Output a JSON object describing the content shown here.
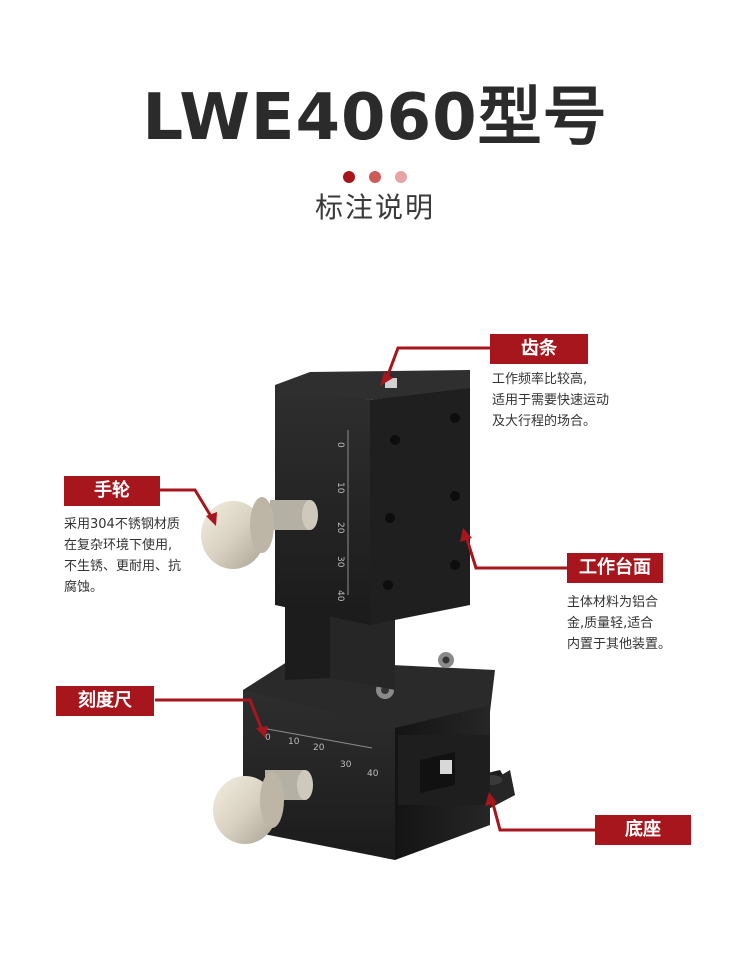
{
  "header": {
    "title": "LWE4060型号",
    "subtitle": "标注说明"
  },
  "colors": {
    "accent": "#a6161c",
    "dot1": "#a6161c",
    "dot2": "#cf5a5a",
    "dot3": "#e7a4a4"
  },
  "annotations": {
    "rack": {
      "label": "齿条",
      "lines": [
        "工作频率比较高,",
        "适用于需要快速运动",
        "及大行程的场合。"
      ]
    },
    "handwheel": {
      "label": "手轮",
      "lines": [
        "采用304不锈钢材质",
        "在复杂环境下使用,",
        "不生锈、更耐用、抗",
        "腐蚀。"
      ]
    },
    "worktable": {
      "label": "工作台面",
      "lines": [
        "主体材料为铝合",
        "金,质量轻,适合",
        "内置于其他装置。"
      ]
    },
    "scale": {
      "label": "刻度尺"
    },
    "base": {
      "label": "底座"
    }
  },
  "scales": {
    "vertical": [
      "0",
      "10",
      "20",
      "30",
      "40"
    ],
    "horizontal": [
      "0",
      "10",
      "20",
      "30",
      "40"
    ]
  }
}
